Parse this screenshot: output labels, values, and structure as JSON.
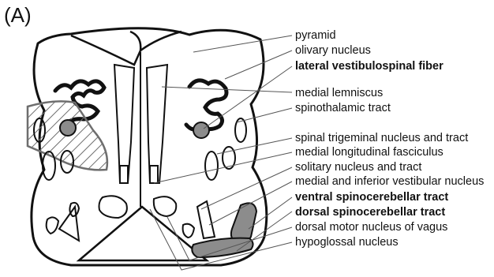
{
  "figure": {
    "panel_label": "(A)",
    "labels": [
      {
        "text": "pyramid",
        "bold": false
      },
      {
        "text": "olivary nucleus",
        "bold": false
      },
      {
        "text": "lateral vestibulospinal fiber",
        "bold": true
      },
      {
        "text": "medial lemniscus",
        "bold": false
      },
      {
        "text": "spinothalamic tract",
        "bold": false
      },
      {
        "text": "spinal trigeminal nucleus and tract",
        "bold": false
      },
      {
        "text": "medial longitudinal fasciculus",
        "bold": false
      },
      {
        "text": "solitary nucleus and tract",
        "bold": false
      },
      {
        "text": "medial and inferior vestibular nucleus",
        "bold": false
      },
      {
        "text": "ventral spinocerebellar tract",
        "bold": true
      },
      {
        "text": "dorsal spinocerebellar tract",
        "bold": true
      },
      {
        "text": "dorsal motor nucleus of vagus",
        "bold": false
      },
      {
        "text": "hypoglossal nucleus",
        "bold": false
      }
    ],
    "colors": {
      "outline": "#111111",
      "highlight_fill": "#8c8c8c",
      "hatch": "#6e6e6e",
      "leader": "#555555"
    }
  }
}
